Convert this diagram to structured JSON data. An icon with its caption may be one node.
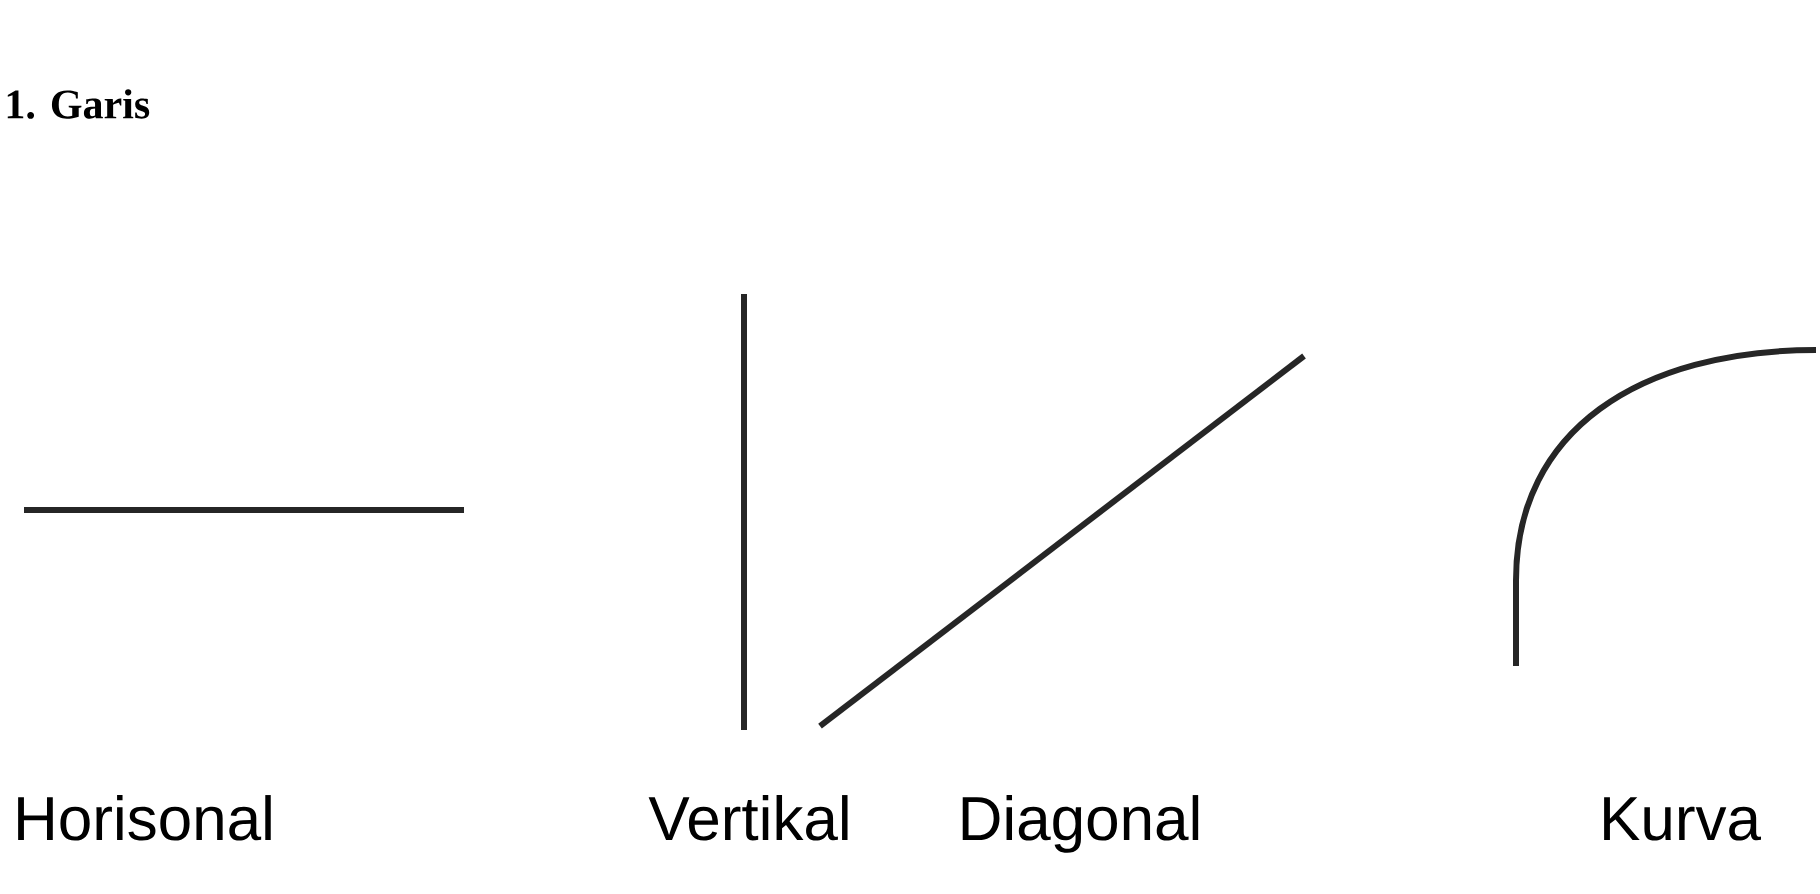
{
  "diagram": {
    "title": "1. Garis",
    "labels": [
      "Horisonal",
      "Vertikal",
      "Diagonal",
      "Kurva"
    ]
  }
}
